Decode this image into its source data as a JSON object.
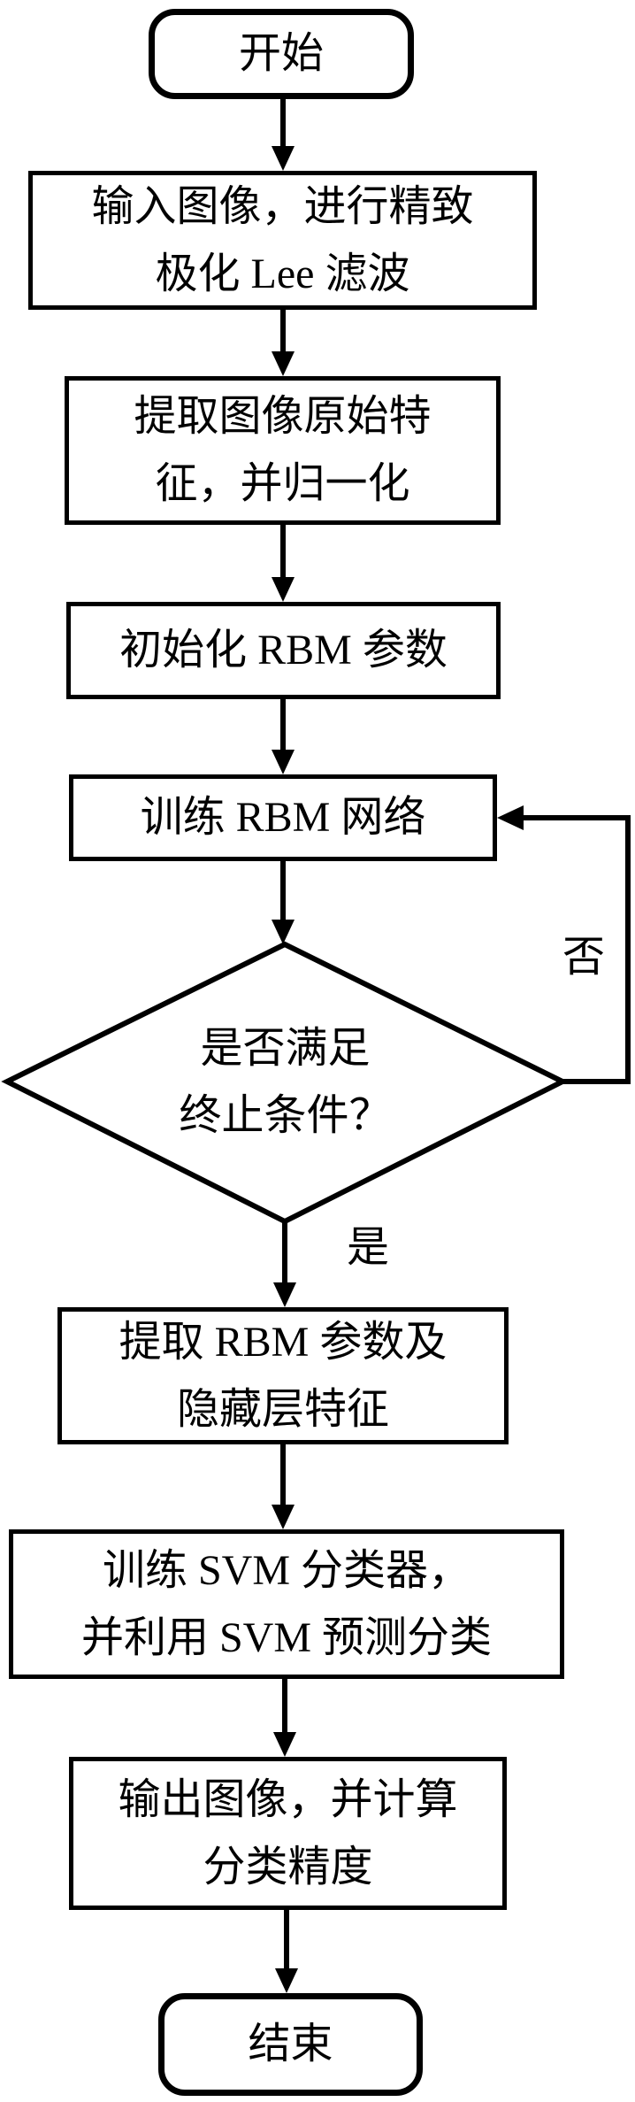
{
  "flowchart": {
    "nodes": [
      {
        "id": "start",
        "type": "terminator",
        "label": "开始"
      },
      {
        "id": "input-filter",
        "type": "process",
        "label": "输入图像，进行精致\n极化 Lee 滤波"
      },
      {
        "id": "extract-normalize",
        "type": "process",
        "label": "提取图像原始特\n征，并归一化"
      },
      {
        "id": "init-rbm",
        "type": "process",
        "label": "初始化 RBM 参数"
      },
      {
        "id": "train-rbm",
        "type": "process",
        "label": "训练 RBM 网络"
      },
      {
        "id": "termination-check",
        "type": "decision",
        "label": "是否满足\n终止条件？"
      },
      {
        "id": "extract-rbm-features",
        "type": "process",
        "label": "提取 RBM 参数及\n隐藏层特征"
      },
      {
        "id": "train-svm",
        "type": "process",
        "label": "训练 SVM 分类器，\n并利用 SVM 预测分类"
      },
      {
        "id": "output-accuracy",
        "type": "process",
        "label": "输出图像，并计算\n分类精度"
      },
      {
        "id": "end",
        "type": "terminator",
        "label": "结束"
      }
    ],
    "branch_labels": {
      "no": "否",
      "yes": "是"
    },
    "colors": {
      "stroke": "#000000",
      "fill": "#ffffff",
      "background": "#ffffff"
    }
  }
}
